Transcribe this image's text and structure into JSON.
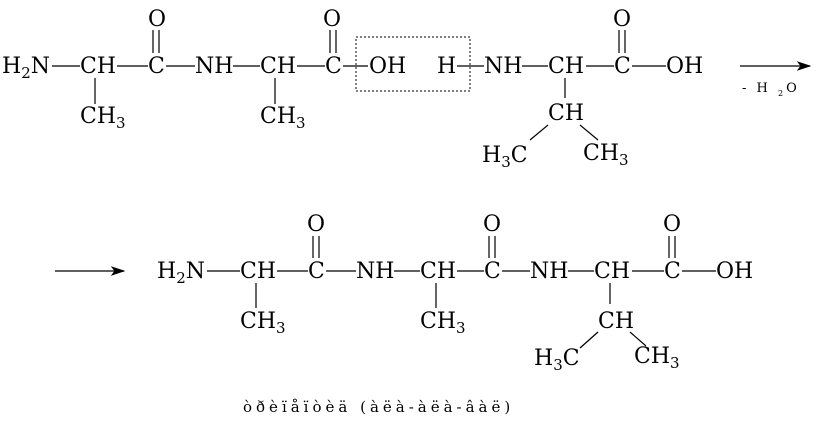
{
  "reaction": {
    "top": {
      "h2n": "H2N",
      "ch1": "CH",
      "c1": "C",
      "o1": "O",
      "ch3_1": "CH3",
      "nh1": "NH",
      "ch2": "CH",
      "ch3_2": "CH3",
      "c2": "C",
      "o2": "O",
      "oh_boxed": "OH",
      "h_boxed": "H",
      "nh2": "NH",
      "ch_val": "CH",
      "c3": "C",
      "o3": "O",
      "oh_end": "OH",
      "ch_branch": "CH",
      "h3c": "H3C",
      "ch3_branch": "CH3"
    },
    "condition": "- H 2 O",
    "bottom": {
      "h2n": "H2N",
      "ch1": "CH",
      "c1": "C",
      "o1": "O",
      "ch3_1": "CH3",
      "nh1": "NH",
      "ch2": "CH",
      "c2": "C",
      "o2": "O",
      "ch3_2": "CH3",
      "nh2": "NH",
      "ch3": "CH",
      "c3": "C",
      "o3": "O",
      "oh_end": "OH",
      "ch_branch": "CH",
      "h3c": "H3C",
      "ch3_branch": "CH3"
    },
    "caption": "òðèïåïòèä (àëà-àëà-âàë)"
  }
}
